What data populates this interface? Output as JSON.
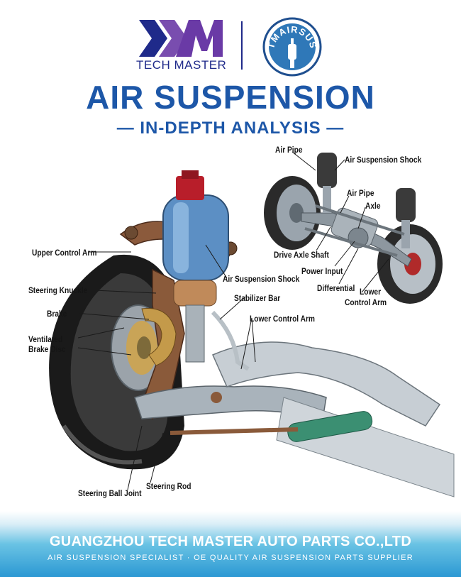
{
  "header": {
    "brand_name": "TECH MASTER",
    "badge_text": "TMAIRSUS",
    "colors": {
      "brand_blue": "#1f2a8a",
      "brand_purple": "#6a3aa6",
      "title_blue": "#1d57a8"
    }
  },
  "title": "AIR SUSPENSION",
  "subtitle": "— IN-DEPTH ANALYSIS —",
  "labels": {
    "air_pipe_1": "Air Pipe",
    "air_suspension_shock_1": "Air Suspension Shock",
    "air_pipe_2": "Air Pipe",
    "axle": "Axle",
    "drive_axle_shaft": "Drive Axle Shaft",
    "power_input": "Power Input",
    "differential": "Differential",
    "lower_control_arm_rear_1": "Lower",
    "lower_control_arm_rear_2": "Control Arm",
    "upper_control_arm": "Upper Control Arm",
    "air_suspension_shock_2": "Air Suspension Shock",
    "steering_knuckle": "Steering Knuckle",
    "stabilizer_bar": "Stabilizer Bar",
    "brake": "Brake",
    "lower_control_arm_front": "Lower Control Arm",
    "ventilated_1": "Ventilated",
    "ventilated_2": "Brake Disc",
    "steering_rod": "Steering Rod",
    "steering_ball_joint": "Steering Ball Joint"
  },
  "footer": {
    "company": "GUANGZHOU TECH MASTER AUTO PARTS CO.,LTD",
    "tagline": "AIR SUSPENSION SPECIALIST · OE QUALITY AIR SUSPENSION PARTS SUPPLIER"
  }
}
